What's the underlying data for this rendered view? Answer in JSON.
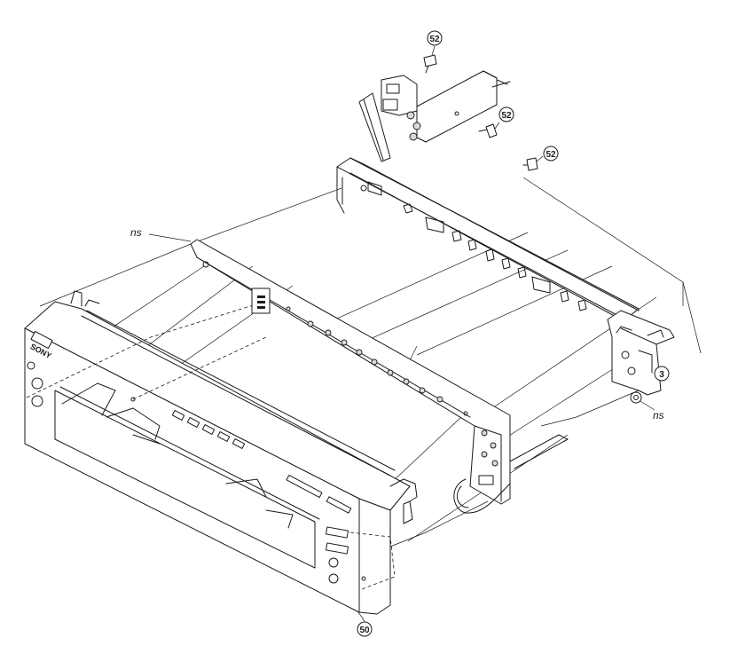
{
  "callouts": {
    "screw_top": "52",
    "screw_bracket": "52",
    "screw_right": "52",
    "bracket_right": "3",
    "front_panel": "50"
  },
  "labels": {
    "ns_left": "ns",
    "ns_right": "ns"
  },
  "logo": "SONY"
}
